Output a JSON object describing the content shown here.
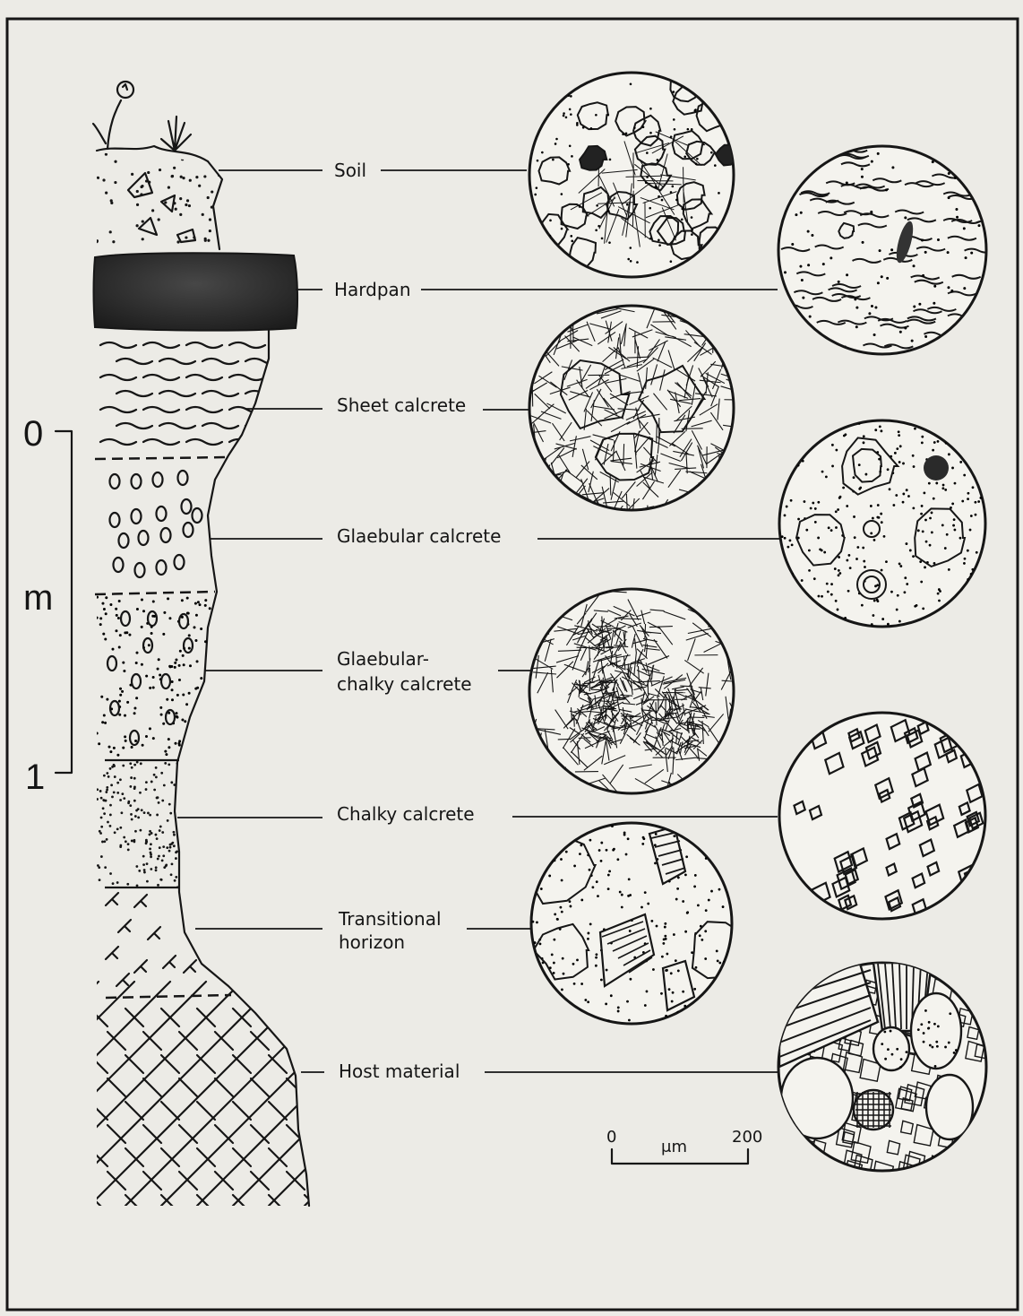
{
  "profile": {
    "horizons": [
      {
        "id": "soil",
        "label": "Soil"
      },
      {
        "id": "hardpan",
        "label": "Hardpan"
      },
      {
        "id": "sheet",
        "label": "Sheet calcrete"
      },
      {
        "id": "glaebular",
        "label": "Glaebular calcrete"
      },
      {
        "id": "glaebular-chalky",
        "label": "Glaebular-chalky calcrete",
        "lines": [
          "Glaebular-",
          "chalky calcrete"
        ]
      },
      {
        "id": "chalky",
        "label": "Chalky calcrete"
      },
      {
        "id": "transitional",
        "label": "Transitional horizon",
        "lines": [
          "Transitional",
          "horizon"
        ]
      },
      {
        "id": "host",
        "label": "Host material"
      }
    ]
  },
  "depth_scale": {
    "top": "0",
    "unit": "m",
    "bottom": "1"
  },
  "micro_scale": {
    "min": "0",
    "unit": "μm",
    "max": "200"
  },
  "colors": {
    "ink": "#161616",
    "paper": "#ecebe6",
    "hardpan": "#2a2a2a"
  }
}
